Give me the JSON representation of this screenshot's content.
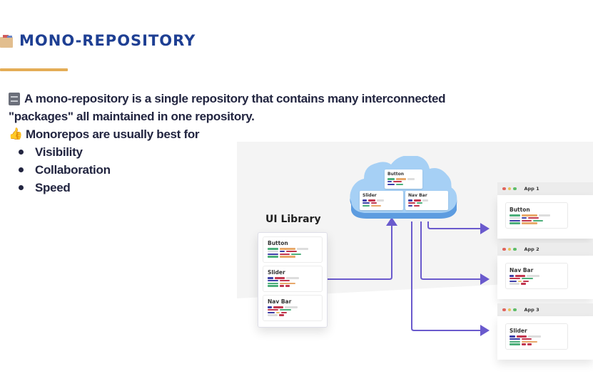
{
  "slide": {
    "title": "MONO-REPOSITORY",
    "title_icon": "card-index-dividers-icon",
    "definition_icon": "file-cabinet-icon",
    "definition_line1": "A mono-repository is a single repository that contains many interconnected",
    "definition_line2": "\"packages\" all maintained in one repository.",
    "best_for_icon": "thumbs-up-icon",
    "best_for_label": "Monorepos are usually best for",
    "bullets": [
      "Visibility",
      "Collaboration",
      "Speed"
    ],
    "colors": {
      "title": "#1e3f93",
      "underline": "#e4ad56",
      "arrow": "#6a5acd",
      "cloud": "#9ccaf2"
    }
  },
  "diagram": {
    "cloud_packages": [
      "Button",
      "Slider",
      "Nav Bar"
    ],
    "ui_library": {
      "title": "UI Library",
      "packages": [
        "Button",
        "Slider",
        "Nav Bar"
      ]
    },
    "apps": [
      {
        "label": "App 1",
        "package": "Button"
      },
      {
        "label": "App 2",
        "package": "Nav Bar"
      },
      {
        "label": "App 3",
        "package": "Slider"
      }
    ]
  }
}
